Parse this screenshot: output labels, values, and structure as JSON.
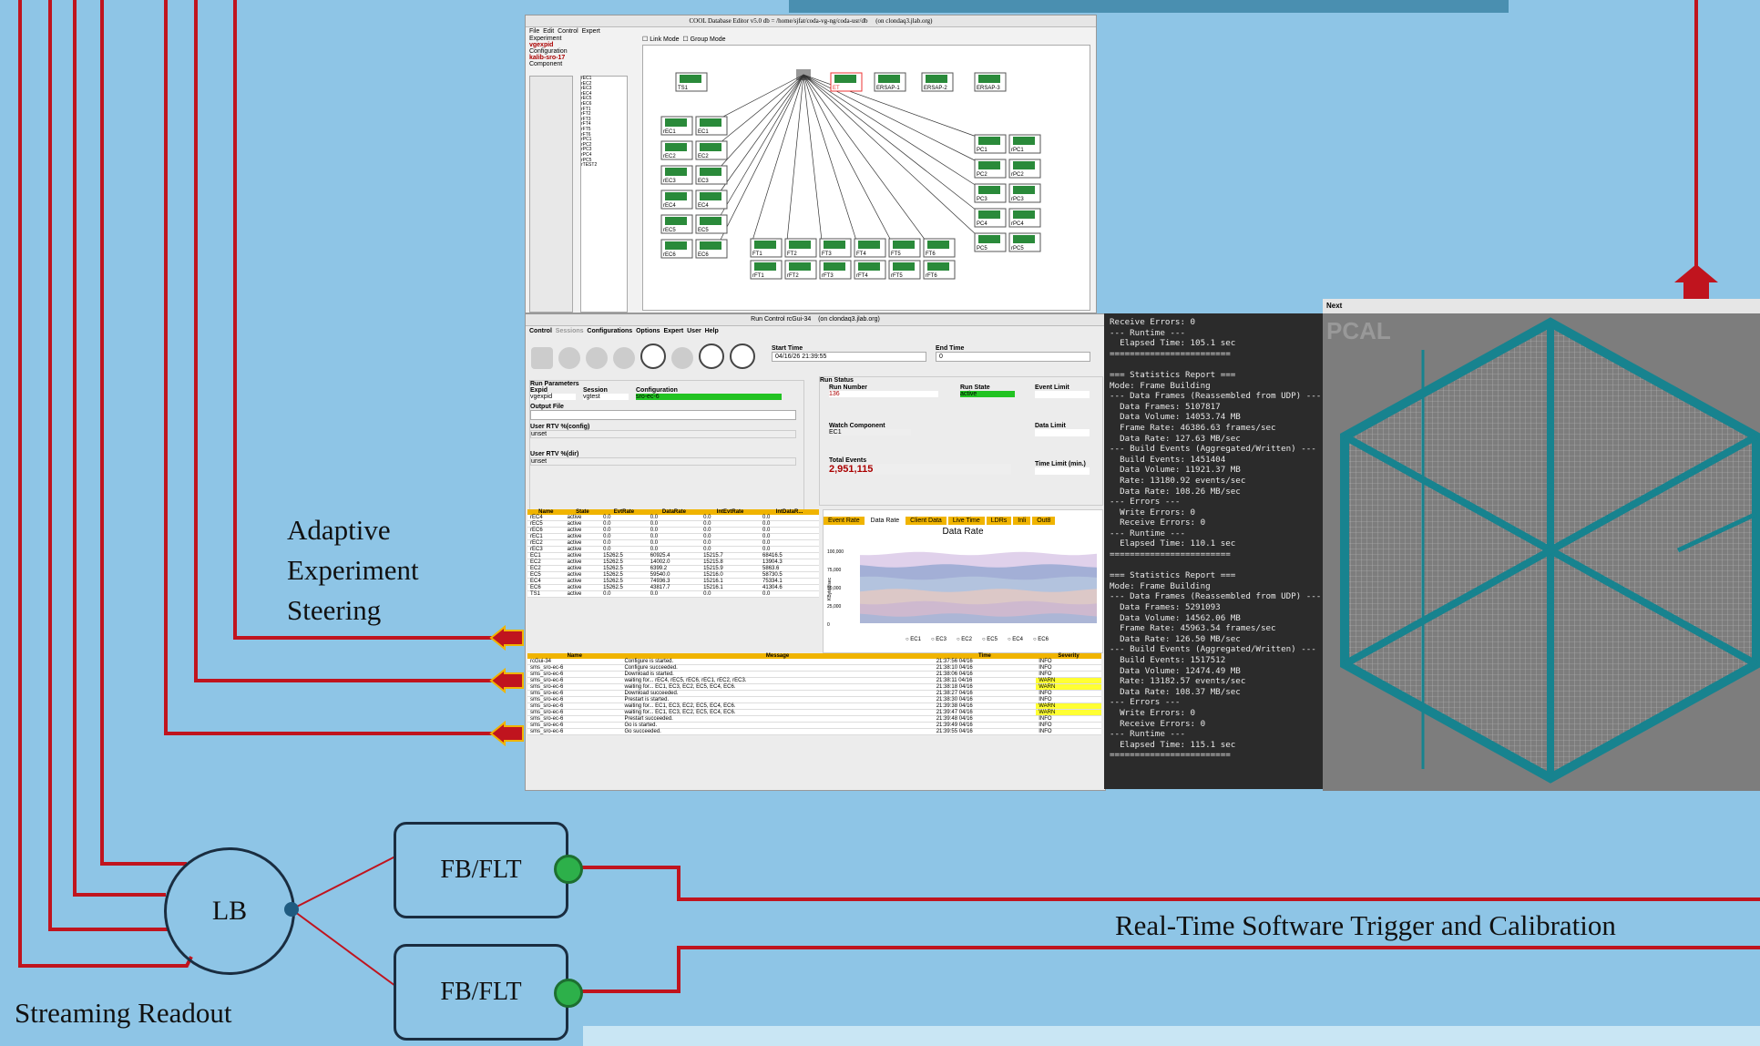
{
  "labels": {
    "adaptive": [
      "Adaptive",
      "Experiment",
      "Steering"
    ],
    "lb": "LB",
    "fb_flt_top": "FB/FLT",
    "fb_flt_bottom": "FB/FLT",
    "streaming": "Streaming Readout",
    "realtime": "Real-Time Software Trigger and Calibration"
  },
  "colors": {
    "background": "#8ec5e6",
    "line": "#c0141e",
    "dark": "#1a2d40",
    "node": "#2db04a"
  },
  "cool": {
    "title": "COOL Database Editor v5.0  db = /home/sjfat/coda-vg-ng/coda-usr/db",
    "host": "(on clondaq3.jlab.org)",
    "menu": [
      "File",
      "Edit",
      "Control",
      "Expert"
    ],
    "modes": [
      "Link Mode",
      "Group Mode"
    ],
    "expid_label": "Experiment",
    "expid": "vgexpid",
    "config_label": "Configuration",
    "config": "kalib-sro-17",
    "components_label": "Component",
    "comp_list": [
      "rEC1",
      "rEC2",
      "rEC3",
      "rEC4",
      "rEC5",
      "rEC6",
      "rFT1",
      "rFT2",
      "rFT3",
      "rFT4",
      "rFT5",
      "rFT6",
      "rPC1",
      "rPC2",
      "rPC3",
      "rPC4",
      "rPC5",
      "rTEST2"
    ],
    "nodes_top": [
      "TS1",
      "ET",
      "ERSAP-1",
      "ERSAP-2",
      "ERSAP-3"
    ],
    "nodes_left": [
      [
        "rEC1",
        "EC1"
      ],
      [
        "rEC2",
        "EC2"
      ],
      [
        "rEC3",
        "EC3"
      ],
      [
        "rEC4",
        "EC4"
      ],
      [
        "rEC5",
        "EC5"
      ],
      [
        "rEC6",
        "EC6"
      ]
    ],
    "nodes_right": [
      [
        "PC1",
        "rPC1"
      ],
      [
        "PC2",
        "rPC2"
      ],
      [
        "PC3",
        "rPC3"
      ],
      [
        "PC4",
        "rPC4"
      ],
      [
        "PC5",
        "rPC5"
      ]
    ],
    "nodes_bottom": [
      [
        "FT1",
        "rFT1"
      ],
      [
        "FT2",
        "rFT2"
      ],
      [
        "FT3",
        "rFT3"
      ],
      [
        "FT4",
        "rFT4"
      ],
      [
        "FT5",
        "rFT5"
      ],
      [
        "FT6",
        "rFT6"
      ]
    ]
  },
  "runcontrol": {
    "title": "Run Control rcGui-34",
    "host": "(on clondaq3.jlab.org)",
    "menu": [
      "Control",
      "Sessions",
      "Configurations",
      "Options",
      "Expert",
      "User",
      "Help"
    ],
    "start_time_label": "Start Time",
    "start_time": "04/16/26 21:39:55",
    "end_time_label": "End Time",
    "end_time": "0",
    "run_params": "Run Parameters",
    "expid_label": "Expid",
    "expid": "vgexpid",
    "session_label": "Session",
    "session": "vgtest",
    "config_label": "Configuration",
    "config": "sro-ec-6",
    "output_label": "Output File",
    "rtv1_label": "User RTV  %(config)",
    "rtv1": "unset",
    "rtv2_label": "User RTV  %(dir)",
    "rtv2": "unset",
    "run_status": "Run Status",
    "run_number_label": "Run Number",
    "run_number": "136",
    "run_state_label": "Run State",
    "run_state": "active",
    "event_limit_label": "Event Limit",
    "watch_label": "Watch Component",
    "watch": "EC1",
    "data_limit_label": "Data Limit",
    "total_events_label": "Total Events",
    "total_events": "2,951,115",
    "time_limit_label": "Time Limit (min.)",
    "comp_headers": [
      "Name",
      "State",
      "EvtRate",
      "DataRate",
      "IntEvtRate",
      "IntDataR..."
    ],
    "comp_rows": [
      [
        "rEC4",
        "active",
        "0.0",
        "0.0",
        "0.0",
        "0.0"
      ],
      [
        "rEC5",
        "active",
        "0.0",
        "0.0",
        "0.0",
        "0.0"
      ],
      [
        "rEC6",
        "active",
        "0.0",
        "0.0",
        "0.0",
        "0.0"
      ],
      [
        "rEC1",
        "active",
        "0.0",
        "0.0",
        "0.0",
        "0.0"
      ],
      [
        "rEC2",
        "active",
        "0.0",
        "0.0",
        "0.0",
        "0.0"
      ],
      [
        "rEC3",
        "active",
        "0.0",
        "0.0",
        "0.0",
        "0.0"
      ],
      [
        "EC1",
        "active",
        "15262.5",
        "60925.4",
        "15215.7",
        "68416.5"
      ],
      [
        "EC2",
        "active",
        "15262.5",
        "14002.0",
        "15215.8",
        "13904.3"
      ],
      [
        "EC2",
        "active",
        "15262.5",
        "6399.2",
        "15215.9",
        "5863.6"
      ],
      [
        "EC5",
        "active",
        "15262.5",
        "59540.0",
        "15216.0",
        "58730.5"
      ],
      [
        "EC4",
        "active",
        "15262.5",
        "74936.3",
        "15216.1",
        "75334.1"
      ],
      [
        "EC6",
        "active",
        "15262.5",
        "43817.7",
        "15216.1",
        "41304.6"
      ],
      [
        "TS1",
        "active",
        "0.0",
        "0.0",
        "0.0",
        "0.0"
      ]
    ],
    "tabs": [
      "Event Rate",
      "Data Rate",
      "Client Data",
      "Live Time",
      "LDRs",
      "Inli",
      "Out8"
    ],
    "chart_title": "Data Rate",
    "chart_ylabel": "KBytes/sec",
    "chart_yticks": [
      "100,000",
      "75,000",
      "50,000",
      "25,000",
      "0"
    ],
    "chart_legend": [
      "EC1",
      "EC3",
      "EC2",
      "EC5",
      "EC4",
      "EC6"
    ],
    "msg_headers": [
      "Name",
      "Message",
      "Time",
      "Severity"
    ],
    "msg_rows": [
      [
        "rcGui-34",
        "Configure is started.",
        "21:37:56 04/16",
        "INFO"
      ],
      [
        "sms_sro-ec-6",
        "Configure succeeded.",
        "21:38:10 04/16",
        "INFO"
      ],
      [
        "sms_sro-ec-6",
        "Download is started.",
        "21:38:06 04/16",
        "INFO"
      ],
      [
        "sms_sro-ec-6",
        "waiting for... rEC4, rEC5, rEC6, rEC1, rEC2, rEC3.",
        "21:38:11 04/16",
        "WARN"
      ],
      [
        "sms_sro-ec-6",
        "waiting for... EC1, EC3, EC2, EC5, EC4, EC6.",
        "21:38:18 04/16",
        "WARN"
      ],
      [
        "sms_sro-ec-6",
        "Download succeeded.",
        "21:38:27 04/16",
        "INFO"
      ],
      [
        "sms_sro-ec-6",
        "Prestart is started.",
        "21:38:30 04/16",
        "INFO"
      ],
      [
        "sms_sro-ec-6",
        "waiting for... EC1, EC3, EC2, EC5, EC4, EC6.",
        "21:39:38 04/16",
        "WARN"
      ],
      [
        "sms_sro-ec-6",
        "waiting for... EC1, EC3, EC2, EC5, EC4, EC6.",
        "21:39:47 04/16",
        "WARN"
      ],
      [
        "sms_sro-ec-6",
        "Prestart succeeded.",
        "21:39:48 04/16",
        "INFO"
      ],
      [
        "sms_sro-ec-6",
        "Go is started.",
        "21:39:49 04/16",
        "INFO"
      ],
      [
        "sms_sro-ec-6",
        "Go succeeded.",
        "21:39:55 04/16",
        "INFO"
      ]
    ]
  },
  "terminal": {
    "text": "Receive Errors: 0\n--- Runtime ---\n  Elapsed Time: 105.1 sec\n========================\n\n=== Statistics Report ===\nMode: Frame Building\n--- Data Frames (Reassembled from UDP) ---\n  Data Frames: 5107817\n  Data Volume: 14053.74 MB\n  Frame Rate: 46386.63 frames/sec\n  Data Rate: 127.63 MB/sec\n--- Build Events (Aggregated/Written) ---\n  Build Events: 1451404\n  Data Volume: 11921.37 MB\n  Rate: 13180.92 events/sec\n  Data Rate: 108.26 MB/sec\n--- Errors ---\n  Write Errors: 0\n  Receive Errors: 0\n--- Runtime ---\n  Elapsed Time: 110.1 sec\n========================\n\n=== Statistics Report ===\nMode: Frame Building\n--- Data Frames (Reassembled from UDP) ---\n  Data Frames: 5291093\n  Data Volume: 14562.06 MB\n  Frame Rate: 45963.54 frames/sec\n  Data Rate: 126.50 MB/sec\n--- Build Events (Aggregated/Written) ---\n  Build Events: 1517512\n  Data Volume: 12474.49 MB\n  Rate: 13182.57 events/sec\n  Data Rate: 108.37 MB/sec\n--- Errors ---\n  Write Errors: 0\n  Receive Errors: 0\n--- Runtime ---\n  Elapsed Time: 115.1 sec\n========================"
  },
  "pcal": {
    "next": "Next",
    "label": "PCAL"
  }
}
